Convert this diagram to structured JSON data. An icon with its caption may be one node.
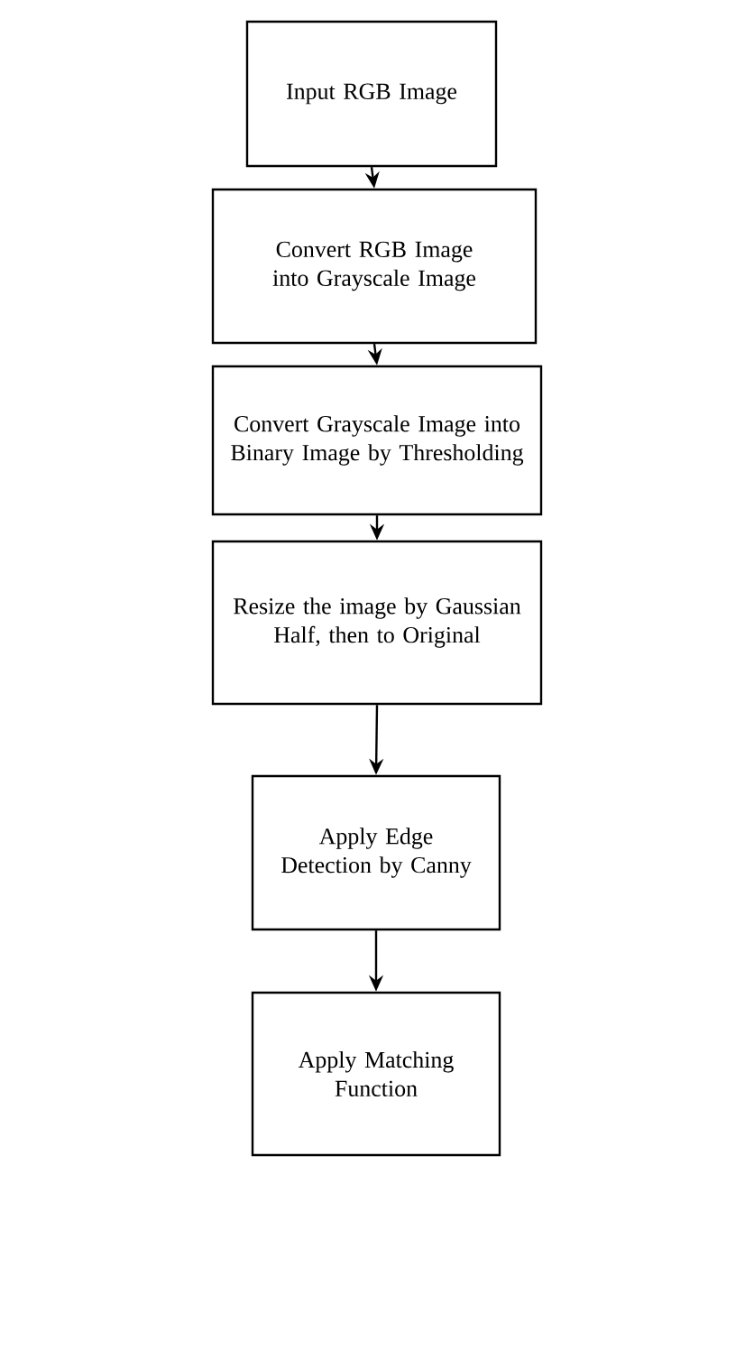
{
  "diagram": {
    "nodes": [
      {
        "text": [
          "Input RGB Image"
        ]
      },
      {
        "text": [
          "Convert RGB Image into Grayscale Image"
        ]
      },
      {
        "text": [
          "Convert Grayscale Image into Binary Image by Thresholding"
        ]
      },
      {
        "text": [
          "Resize the image by Gaussian Half, then to Original"
        ]
      },
      {
        "text": [
          "Apply Edge Detection by Canny"
        ]
      },
      {
        "text": [
          "Apply Matching Function"
        ]
      }
    ],
    "edges": [
      {
        "from": 0,
        "to": 1,
        "arrow": "to"
      },
      {
        "from": 1,
        "to": 2,
        "arrow": "to"
      },
      {
        "from": 2,
        "to": 3,
        "arrow": "to"
      },
      {
        "from": 3,
        "to": 4,
        "arrow": "to"
      },
      {
        "from": 4,
        "to": 5,
        "arrow": "to"
      }
    ]
  }
}
